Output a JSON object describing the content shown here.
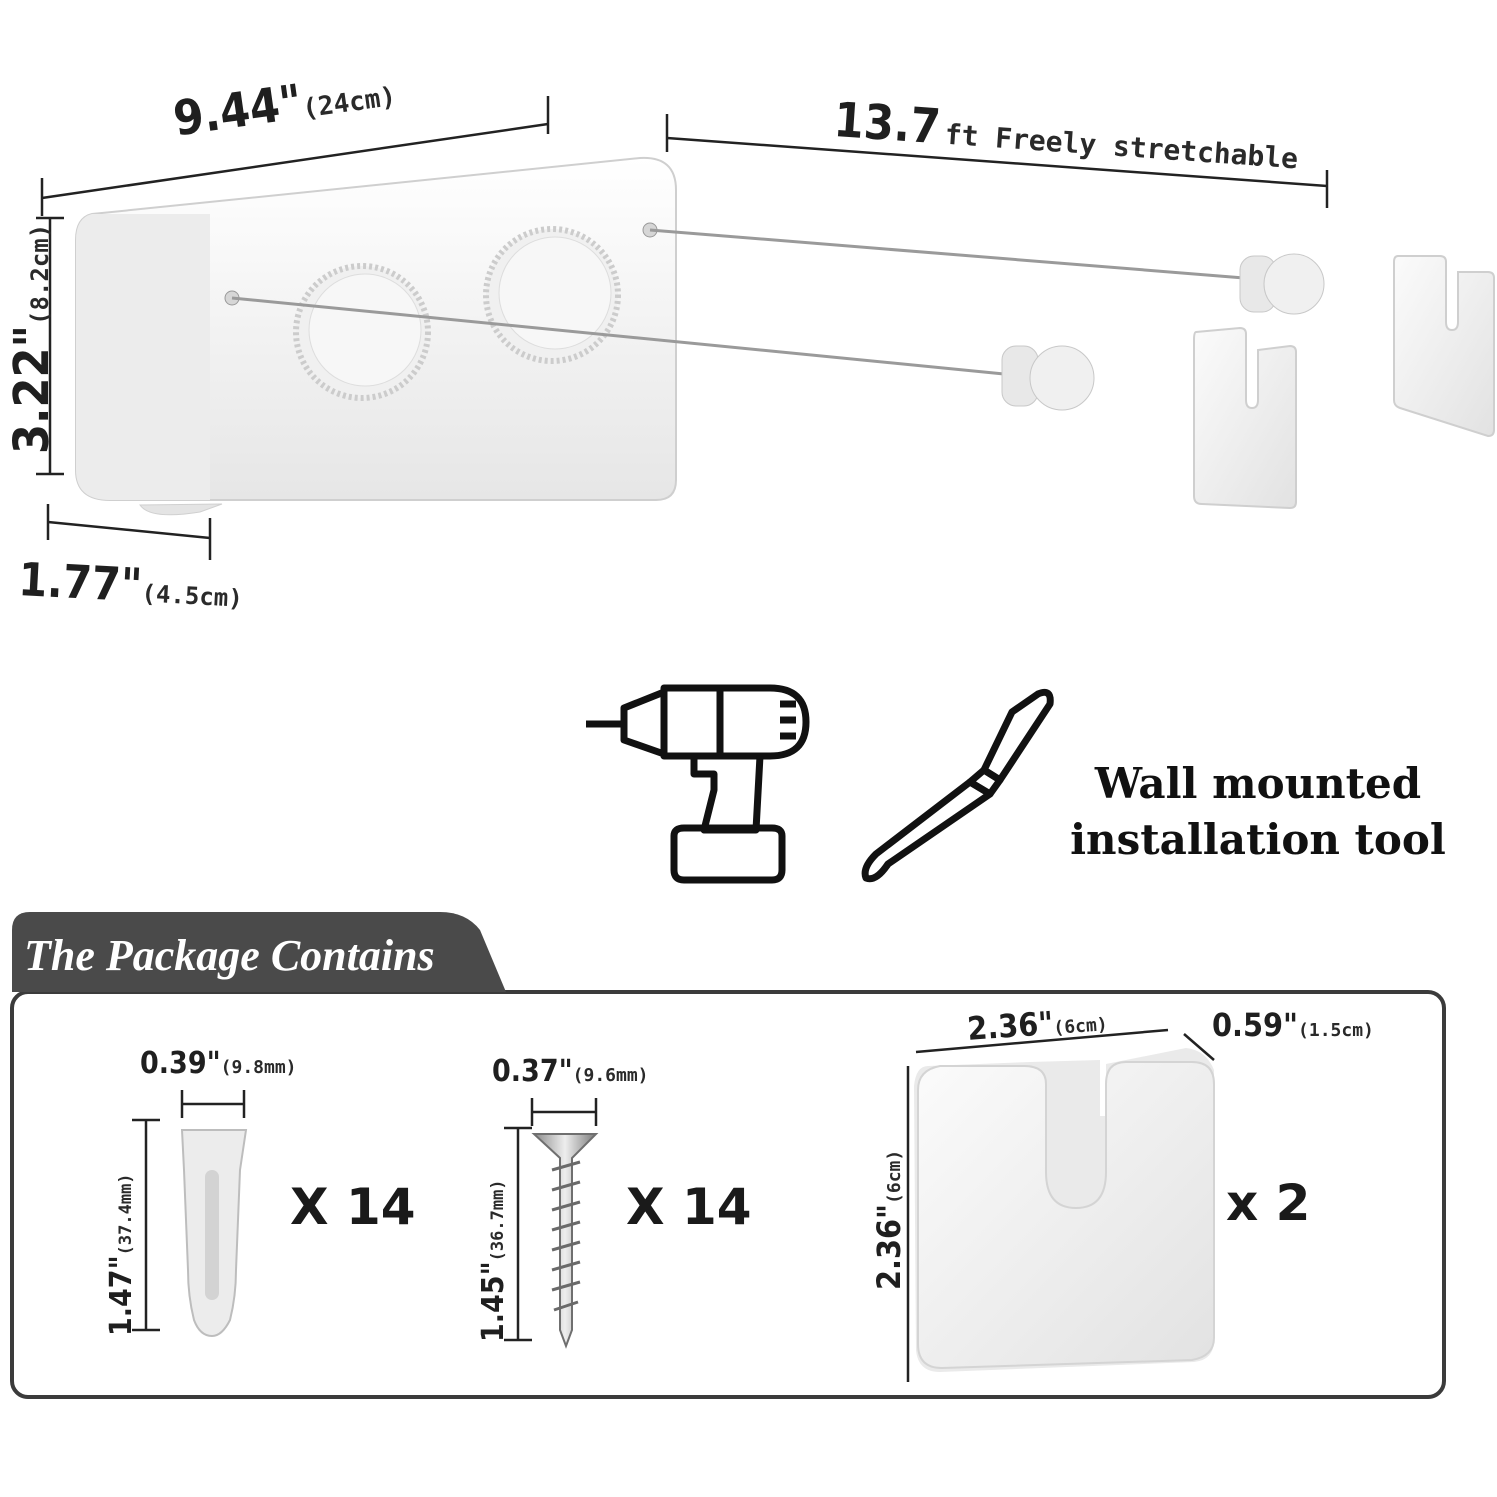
{
  "dimensions": {
    "width": {
      "value": "9.44\"",
      "metric": "(24cm)"
    },
    "stretch": {
      "value": "13.7",
      "unit_text": "ft Freely stretchable"
    },
    "height": {
      "value": "3.22\"",
      "metric": "(8.2cm)"
    },
    "depth": {
      "value": "1.77\"",
      "metric": "(4.5cm)"
    }
  },
  "tools": {
    "line1": "Wall mounted",
    "line2": "installation tool",
    "icons": [
      "drill-icon",
      "screwdriver-icon"
    ]
  },
  "package": {
    "title": "The Package Contains",
    "items": [
      {
        "name": "anchor",
        "width": "0.39\"",
        "width_metric": "(9.8mm)",
        "length": "1.47\"",
        "length_metric": "(37.4mm)",
        "quantity": "X 14"
      },
      {
        "name": "screw",
        "width": "0.37\"",
        "width_metric": "(9.6mm)",
        "length": "1.45\"",
        "length_metric": "(36.7mm)",
        "quantity": "X 14"
      },
      {
        "name": "hook",
        "width": "2.36\"",
        "width_metric": "(6cm)",
        "depth": "0.59\"",
        "depth_metric": "(1.5cm)",
        "height": "2.36\"",
        "height_metric": "(6cm)",
        "quantity": "x 2"
      }
    ]
  },
  "colors": {
    "banner": "#4a4a4a",
    "product": "#f2f2f2",
    "line": "#222222"
  }
}
